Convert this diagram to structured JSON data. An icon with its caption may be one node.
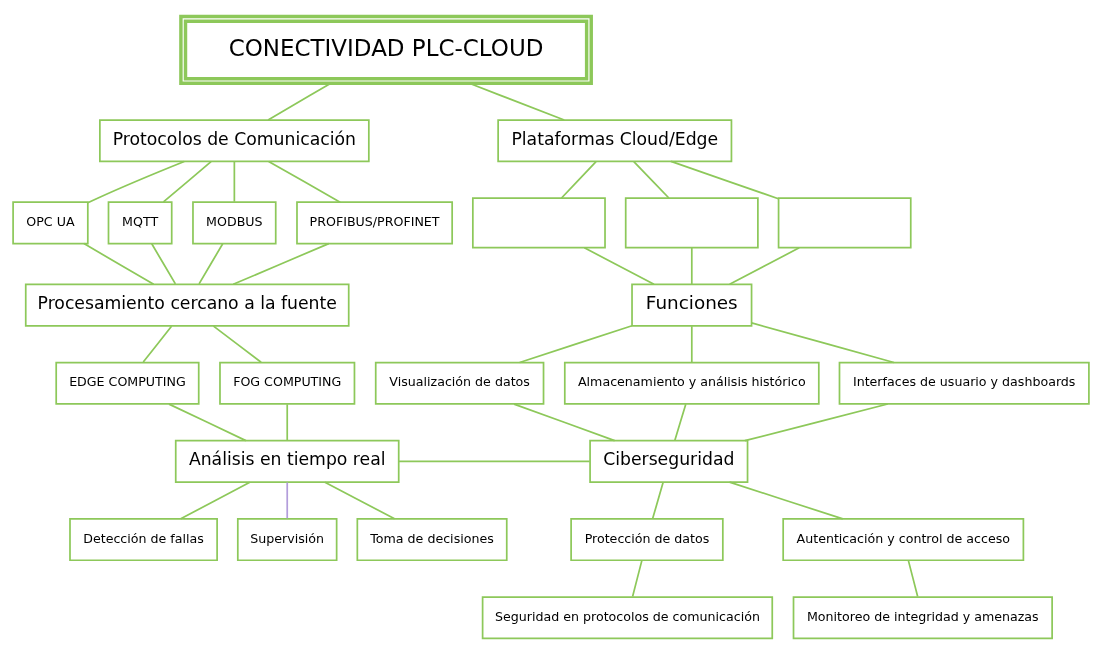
{
  "diagram": {
    "nodes": [
      {
        "text": [
          "CONECTIVIDAD PLC-CLOUD"
        ]
      },
      {
        "text": [
          "Protocolos de Comunicación"
        ]
      },
      {
        "text": [
          "Plataformas Cloud/Edge"
        ]
      },
      {
        "text": [
          "OPC UA"
        ]
      },
      {
        "text": [
          "MQTT"
        ]
      },
      {
        "text": [
          "MODBUS"
        ]
      },
      {
        "text": [
          "PROFIBUS/PROFINET"
        ]
      },
      {
        "text": [],
        "shape": "box"
      },
      {
        "text": [],
        "shape": "box"
      },
      {
        "text": [],
        "shape": "box"
      },
      {
        "text": [
          "Procesamiento cercano a la fuente"
        ]
      },
      {
        "text": [
          "Funciones"
        ]
      },
      {
        "text": [
          "EDGE COMPUTING"
        ]
      },
      {
        "text": [
          "FOG COMPUTING"
        ]
      },
      {
        "text": [
          "Visualización de datos"
        ]
      },
      {
        "text": [
          "Almacenamiento y análisis histórico"
        ]
      },
      {
        "text": [
          "Interfaces de usuario y dashboards"
        ]
      },
      {
        "text": [
          "Análisis en tiempo real"
        ]
      },
      {
        "text": [
          "Ciberseguridad"
        ]
      },
      {
        "text": [
          "Detección de fallas"
        ]
      },
      {
        "text": [
          "Supervisión"
        ]
      },
      {
        "text": [
          "Toma de decisiones"
        ]
      },
      {
        "text": [
          "Protección de datos"
        ]
      },
      {
        "text": [
          "Autenticación y control de acceso"
        ]
      },
      {
        "text": [
          "Seguridad en protocolos de comunicación"
        ]
      },
      {
        "text": [
          "Monitoreo de integridad y amenazas"
        ]
      }
    ],
    "edges": [
      {
        "from": 0,
        "to": 1,
        "arrow": "none"
      },
      {
        "from": 0,
        "to": 2,
        "arrow": "none"
      },
      {
        "from": 1,
        "to": 3,
        "arrow": "none"
      },
      {
        "from": 1,
        "to": 4,
        "arrow": "none"
      },
      {
        "from": 1,
        "to": 5,
        "arrow": "none"
      },
      {
        "from": 1,
        "to": 6,
        "arrow": "none"
      },
      {
        "from": 2,
        "to": 7,
        "arrow": "none"
      },
      {
        "from": 2,
        "to": 8,
        "arrow": "none"
      },
      {
        "from": 2,
        "to": 9,
        "arrow": "none"
      },
      {
        "from": 3,
        "to": 10,
        "arrow": "none"
      },
      {
        "from": 4,
        "to": 10,
        "arrow": "none"
      },
      {
        "from": 5,
        "to": 10,
        "arrow": "none"
      },
      {
        "from": 6,
        "to": 10,
        "arrow": "none"
      },
      {
        "from": 7,
        "to": 11,
        "arrow": "none"
      },
      {
        "from": 8,
        "to": 11,
        "arrow": "none"
      },
      {
        "from": 9,
        "to": 11,
        "arrow": "none"
      },
      {
        "from": 10,
        "to": 12,
        "arrow": "none"
      },
      {
        "from": 10,
        "to": 13,
        "arrow": "none"
      },
      {
        "from": 11,
        "to": 14,
        "arrow": "none"
      },
      {
        "from": 11,
        "to": 15,
        "arrow": "none"
      },
      {
        "from": 11,
        "to": 16,
        "arrow": "none"
      },
      {
        "from": 12,
        "to": 17,
        "arrow": "none"
      },
      {
        "from": 13,
        "to": 17,
        "arrow": "none"
      },
      {
        "from": 14,
        "to": 18,
        "arrow": "none"
      },
      {
        "from": 15,
        "to": 18,
        "arrow": "none"
      },
      {
        "from": 16,
        "to": 18,
        "arrow": "none"
      },
      {
        "from": 17,
        "to": 18,
        "arrow": "none"
      },
      {
        "from": 17,
        "to": 19,
        "arrow": "none"
      },
      {
        "from": 17,
        "to": 20,
        "arrow": "none",
        "color": "#b39ddb"
      },
      {
        "from": 17,
        "to": 21,
        "arrow": "none"
      },
      {
        "from": 18,
        "to": 22,
        "arrow": "none"
      },
      {
        "from": 18,
        "to": 23,
        "arrow": "none"
      },
      {
        "from": 22,
        "to": 24,
        "arrow": "none"
      },
      {
        "from": 23,
        "to": 25,
        "arrow": "none"
      }
    ]
  }
}
